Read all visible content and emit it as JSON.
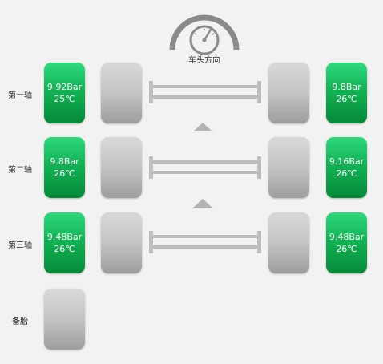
{
  "header": {
    "direction_label": "车头方向",
    "icon": "speedometer-icon"
  },
  "axles": [
    {
      "label": "第一轴",
      "left": {
        "pressure": "9.92Bar",
        "temperature": "25℃"
      },
      "right": {
        "pressure": "9.8Bar",
        "temperature": "26℃"
      }
    },
    {
      "label": "第二轴",
      "left": {
        "pressure": "9.8Bar",
        "temperature": "26℃"
      },
      "right": {
        "pressure": "9.16Bar",
        "temperature": "26℃"
      }
    },
    {
      "label": "第三轴",
      "left": {
        "pressure": "9.48Bar",
        "temperature": "26℃"
      },
      "right": {
        "pressure": "9.48Bar",
        "temperature": "26℃"
      }
    }
  ],
  "spare": {
    "label": "备胎"
  },
  "colors": {
    "normal_status": "#12b354",
    "tire_gray": "#c4c4c4",
    "background": "#f2f2f2"
  }
}
